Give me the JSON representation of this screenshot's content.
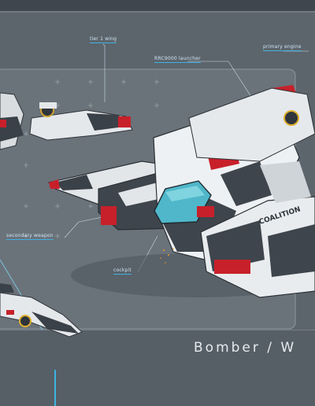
{
  "sheet": {
    "title": "Bomber / W",
    "colors": {
      "background": "#5c646c",
      "panel": "#6b737b",
      "hull_white": "#e9ecef",
      "hull_dark": "#3e454c",
      "accent_red": "#c8202a",
      "accent_blue": "#3fb3e0",
      "canopy": "#4fb7c9"
    }
  },
  "callouts": {
    "tier1_wing": "tier 1 wing",
    "primary_engine": "primary engine",
    "launcher": "RRC9000 launcher",
    "secondary_weapon": "secondary weapon",
    "cockpit": "cockpit"
  },
  "decals": {
    "hull_text": "COALITION"
  }
}
